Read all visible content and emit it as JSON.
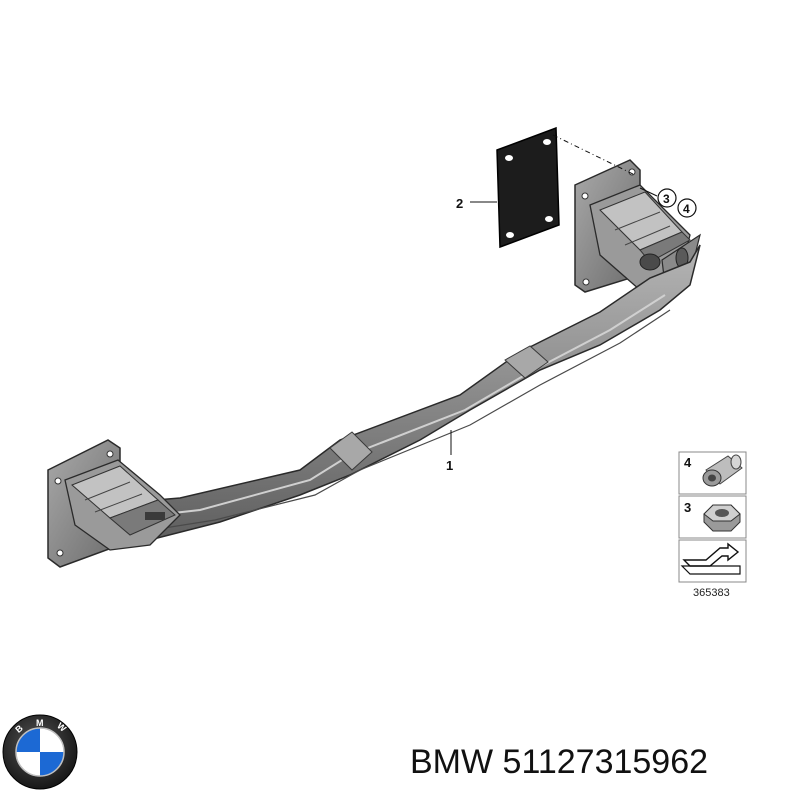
{
  "diagram": {
    "callouts": {
      "bumper_carrier": "1",
      "gasket": "2",
      "nut": "3",
      "bolt": "4"
    },
    "legend": {
      "items": [
        {
          "number": "4",
          "icon": "bolt-icon"
        },
        {
          "number": "3",
          "icon": "hex-nut-icon"
        }
      ],
      "reference_number": "365383"
    }
  },
  "brand": {
    "logo": "bmw-roundel-logo",
    "logo_letters": "BMW",
    "colors": {
      "blue": "#1c69d4",
      "ring": "#1a1a1a"
    }
  },
  "caption": {
    "brand_name": "BMW",
    "part_number": "51127315962"
  }
}
